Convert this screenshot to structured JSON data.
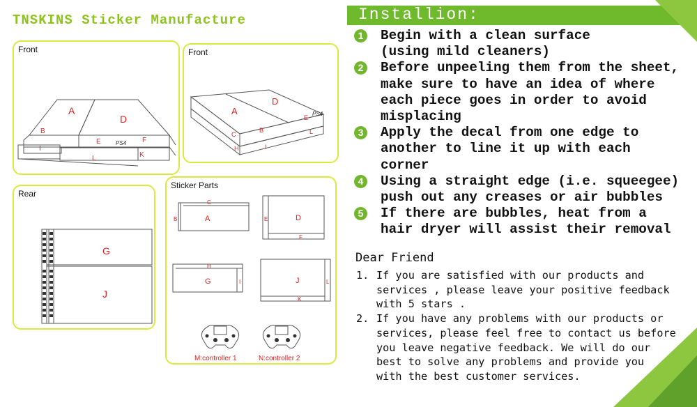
{
  "header": {
    "brand": "TNSKINS Sticker Manufacture"
  },
  "colors": {
    "accent_green": "#6fba2c",
    "panel_border": "#d9ea3c",
    "label_red": "#e02020"
  },
  "panels": {
    "front_left": {
      "title": "Front",
      "labels": {
        "A": "A",
        "D": "D",
        "B": "B",
        "E": "E",
        "F": "F",
        "I": "I",
        "L": "L",
        "K": "K",
        "PS4": "PS4"
      }
    },
    "front_right": {
      "title": "Front",
      "labels": {
        "A": "A",
        "D": "D",
        "C": "C",
        "B": "B",
        "E": "E",
        "H": "H",
        "I": "I",
        "L": "L",
        "PS4": "PS4"
      }
    },
    "rear": {
      "title": "Rear",
      "labels": {
        "G": "G",
        "J": "J"
      }
    },
    "parts": {
      "title": "Sticker Parts",
      "labels": {
        "C": "C",
        "B": "B",
        "A": "A",
        "D": "D",
        "E": "E",
        "F": "F",
        "H": "H",
        "G": "G",
        "I": "I",
        "J": "J",
        "L": "L",
        "K": "K"
      },
      "controller1": "M:controller 1",
      "controller2": "N:controller 2"
    }
  },
  "installation": {
    "title": "Installion:",
    "steps": [
      {
        "num": "1",
        "lines": [
          "Begin with a clean surface",
          "(using mild cleaners)"
        ]
      },
      {
        "num": "2",
        "lines": [
          "Before unpeeling them from the sheet,",
          "make sure to have an idea of where",
          "each piece goes in order to avoid",
          "misplacing"
        ]
      },
      {
        "num": "3",
        "lines": [
          "Apply the decal from one edge to",
          "another to line it up with each",
          "corner"
        ]
      },
      {
        "num": "4",
        "lines": [
          "Using a straight edge (i.e. squeegee)",
          "push out any creases or air bubbles"
        ]
      },
      {
        "num": "5",
        "lines": [
          "If there are bubbles, heat from a",
          "hair dryer will assist their removal"
        ]
      }
    ]
  },
  "dear_friend": {
    "title": "Dear Friend",
    "notes": [
      {
        "num": "1.",
        "lines": [
          "If you are satisfied with our products and",
          "services , please leave your positive feedback",
          "with 5 stars ."
        ]
      },
      {
        "num": "2.",
        "lines": [
          "If you have any problems with our products or",
          "services, please feel free to contact us before",
          "you leave negative feedback. We will do our",
          "best to solve any problems and provide you",
          "with the best customer services."
        ]
      }
    ]
  }
}
